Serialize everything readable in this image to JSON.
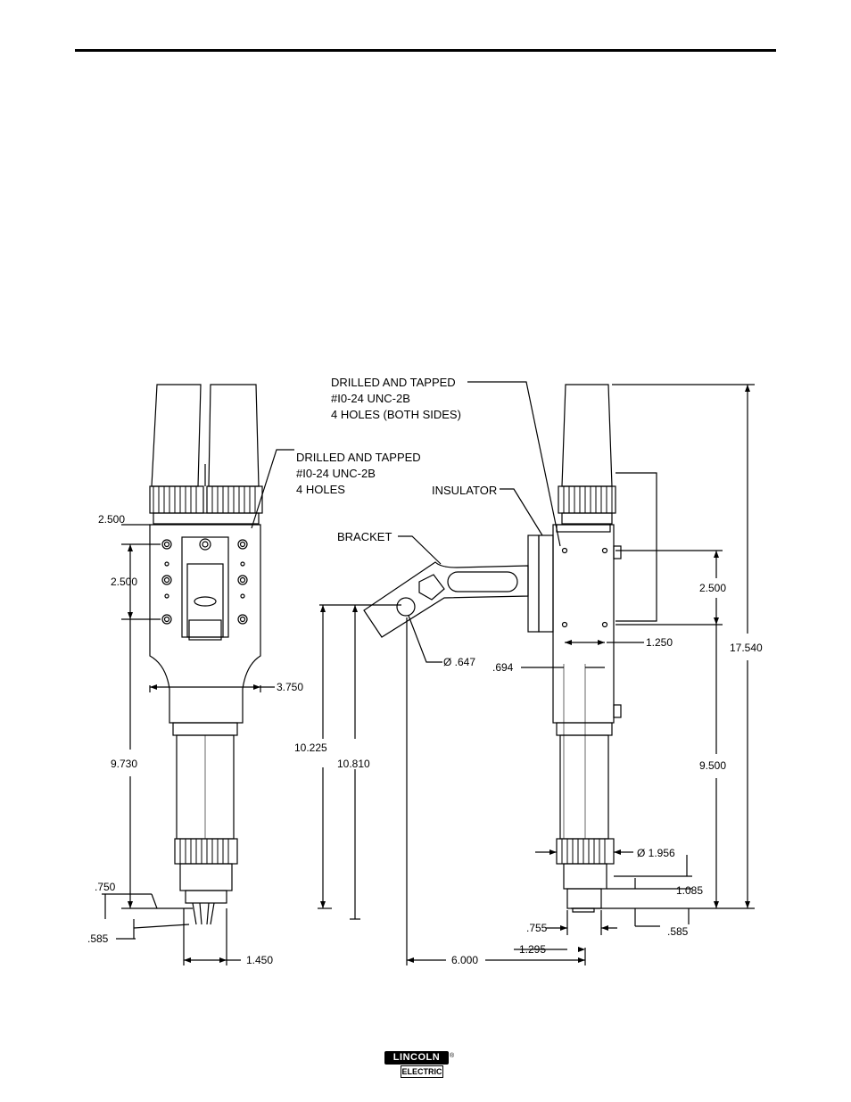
{
  "notes": {
    "front_tap": [
      "DRILLED AND TAPPED",
      "#I0-24 UNC-2B",
      "4 HOLES"
    ],
    "side_tap": [
      "DRILLED AND TAPPED",
      "#I0-24 UNC-2B",
      "4 HOLES (BOTH SIDES)"
    ],
    "insulator": "INSULATOR",
    "bracket": "BRACKET"
  },
  "dims": {
    "d2500_top": "2.500",
    "d2500_left": "2.500",
    "d3750": "3.750",
    "d9730": "9.730",
    "d750": ".750",
    "d585_left": ".585",
    "d1450": "1.450",
    "d10225": "10.225",
    "d10810": "10.810",
    "d647": "Ø  .647",
    "d694": ".694",
    "d1250": "1.250",
    "d2500_right": "2.500",
    "d17540": "17.540",
    "d9500": "9.500",
    "d1956": "Ø   1.956",
    "d1085": "1.085",
    "d755": ".755",
    "d585_right": ".585",
    "d6000": "6.000",
    "d1295": "1.295"
  },
  "logo": {
    "top": "LINCOLN",
    "bottom": "ELECTRIC"
  }
}
